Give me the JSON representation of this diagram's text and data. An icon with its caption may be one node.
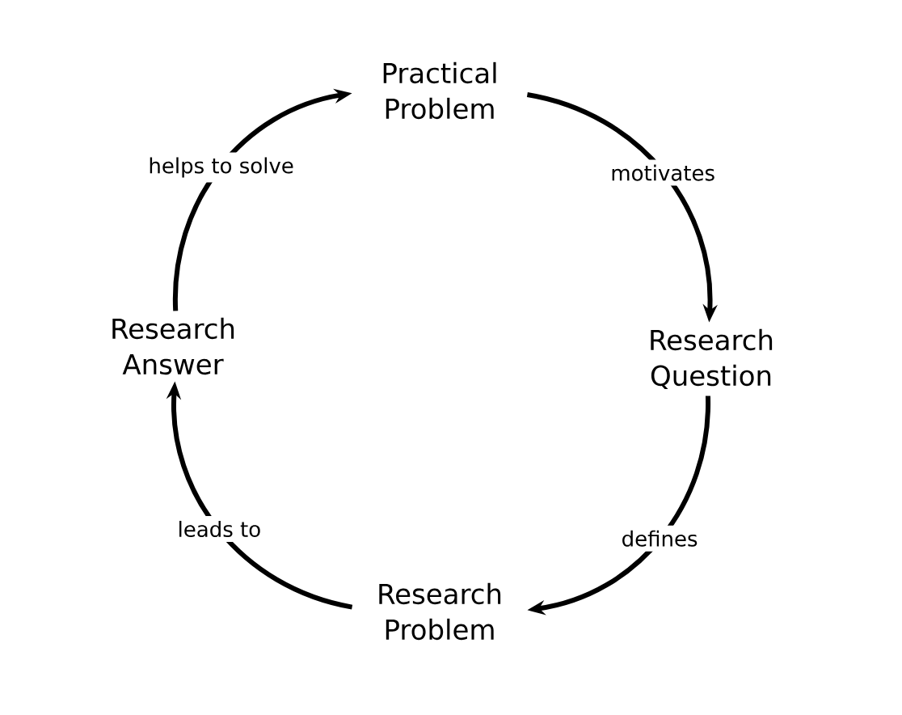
{
  "diagram": {
    "nodes": [
      {
        "text": [
          "Practical Problem"
        ]
      },
      {
        "text": [
          "Research Question"
        ]
      },
      {
        "text": [
          "Research Problem"
        ]
      },
      {
        "text": [
          "Research Answer"
        ]
      }
    ],
    "edges": [
      {
        "from": 0,
        "to": 1,
        "arrow": "to",
        "label": "motivates"
      },
      {
        "from": 1,
        "to": 2,
        "arrow": "to",
        "label": "defines"
      },
      {
        "from": 2,
        "to": 3,
        "arrow": "to",
        "label": "leads to"
      },
      {
        "from": 3,
        "to": 0,
        "arrow": "to",
        "label": "helps to solve"
      }
    ]
  }
}
